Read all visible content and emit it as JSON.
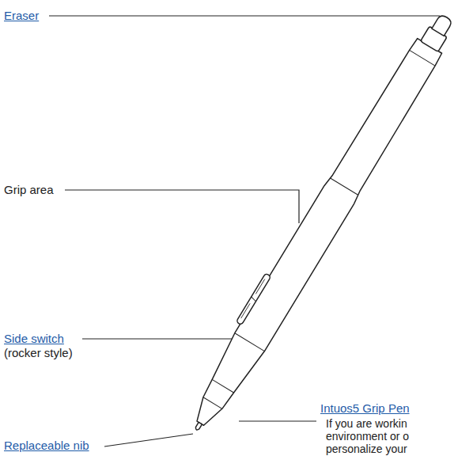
{
  "diagram": {
    "labels": [
      "Eraser",
      "Grip area",
      "Side switch",
      "(rocker style)",
      "Intuos5 Grip Pen",
      "If you are workin environment or o personalize your",
      "Replaceable nib"
    ]
  }
}
